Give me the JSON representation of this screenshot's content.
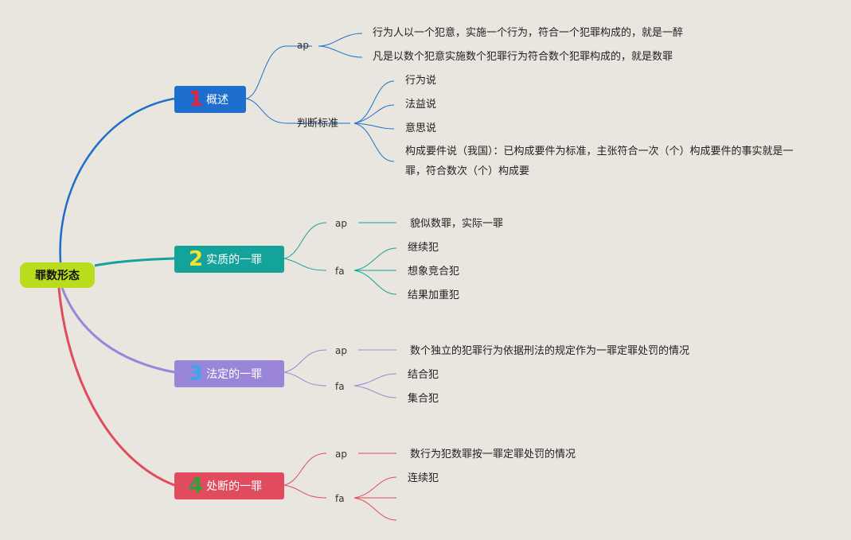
{
  "root": {
    "label": "罪数形态"
  },
  "branches": [
    {
      "number": "1",
      "title": "概述",
      "groups": [
        {
          "label": "ap",
          "items": [
            "行为人以一个犯意，实施一个行为，符合一个犯罪构成的，就是一醉",
            "凡是以数个犯意实施数个犯罪行为符合数个犯罪构成的，就是数罪"
          ]
        },
        {
          "label": "判断标准",
          "items": [
            "行为说",
            "法益说",
            "意思说",
            "构成要件说（我国）：已构成要件为标准，主张符合一次（个）构成要件的事实就是一罪，符合数次（个）构成要"
          ]
        }
      ]
    },
    {
      "number": "2",
      "title": "实质的一罪",
      "groups": [
        {
          "label": "ap",
          "items": [
            "貌似数罪，实际一罪"
          ]
        },
        {
          "label": "fa",
          "items": [
            "继续犯",
            "想象竞合犯",
            "结果加重犯"
          ]
        }
      ]
    },
    {
      "number": "3",
      "title": "法定的一罪",
      "groups": [
        {
          "label": "ap",
          "items": [
            "数个独立的犯罪行为依据刑法的规定作为一罪定罪处罚的情况"
          ]
        },
        {
          "label": "fa",
          "items": [
            "结合犯",
            "集合犯"
          ]
        }
      ]
    },
    {
      "number": "4",
      "title": "处断的一罪",
      "groups": [
        {
          "label": "ap",
          "items": [
            "数行为犯数罪按一罪定罪处罚的情况"
          ]
        },
        {
          "label": "fa",
          "items": [
            "连续犯"
          ]
        }
      ]
    }
  ],
  "colors": {
    "background": "#e8e6df",
    "root": "#b9dc1c",
    "branch1": "#1e6fcd",
    "branch2": "#14a39a",
    "branch3": "#9b85d8",
    "branch4": "#e04b5d"
  }
}
